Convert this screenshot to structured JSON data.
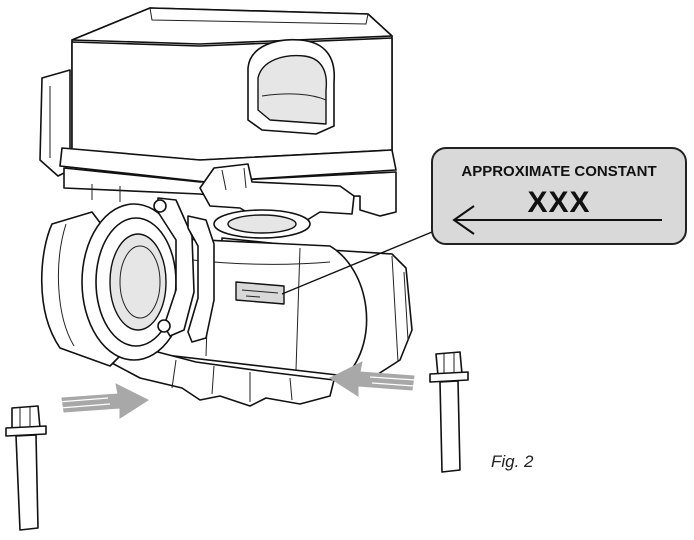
{
  "label": {
    "title": "APPROXIMATE CONSTANT",
    "code": "XXX"
  },
  "caption": "Fig. 2",
  "colors": {
    "label_fill": "#d9d9d9",
    "arrow_fill": "#a8a8a8",
    "line": "#111111"
  },
  "icons": {
    "direction_arrow": "left-arrow-icon",
    "bolt": "bolt-icon"
  }
}
